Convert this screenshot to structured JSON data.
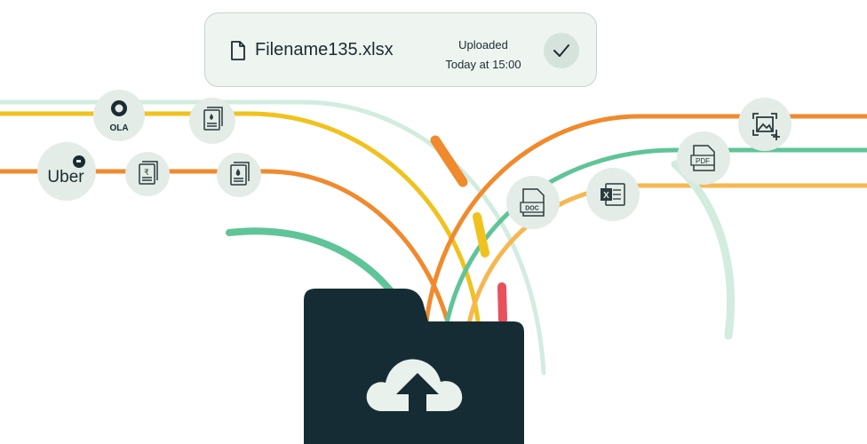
{
  "upload_toast": {
    "file_icon": "document-icon",
    "filename": "Filename135.xlsx",
    "status": "Uploaded",
    "timestamp": "Today at 15:00",
    "check_icon": "checkmark-icon"
  },
  "badges": {
    "ola": "OLA",
    "uber": "Uber",
    "doc": "DOC",
    "pdf": "PDF",
    "xlsx": "X"
  },
  "colors": {
    "dark_teal": "#162c35",
    "orange": "#f08a2c",
    "yellow": "#f0c21e",
    "green": "#5fc498",
    "light_green": "#d2ece0",
    "light_orange": "#f7b750",
    "red": "#e8505b",
    "badge_bg": "#e3ece6"
  }
}
